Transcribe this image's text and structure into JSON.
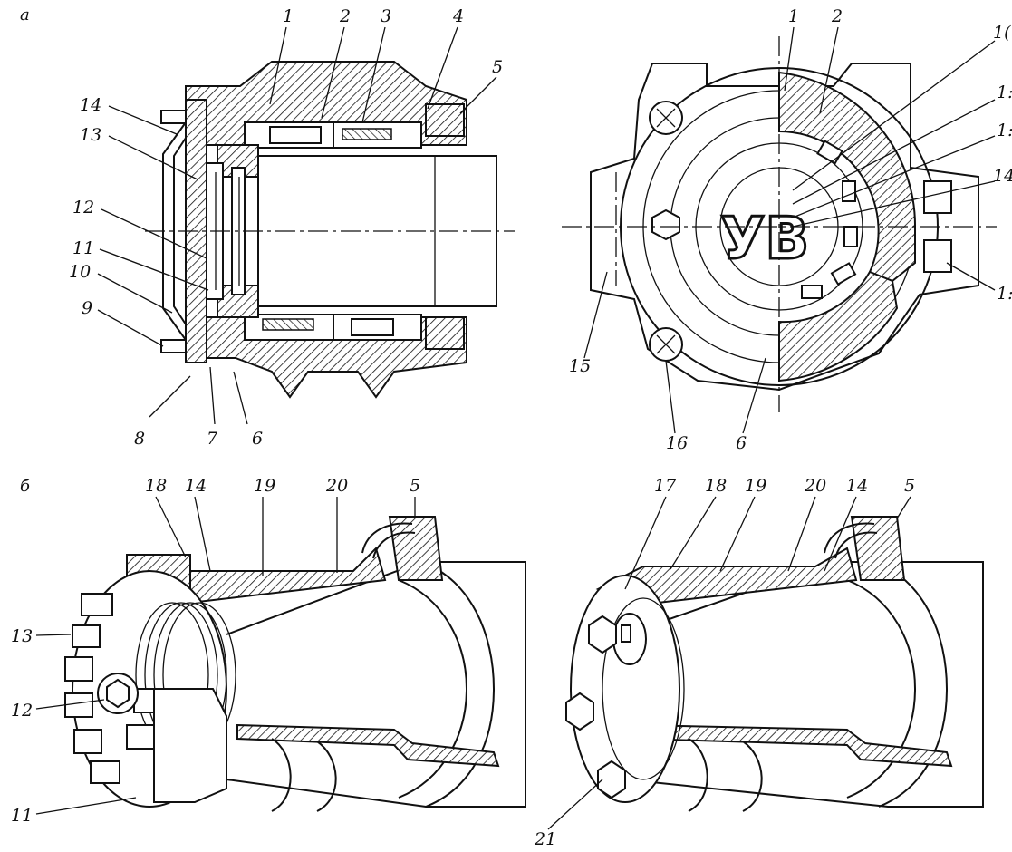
{
  "sections": {
    "a": "а",
    "b": "б"
  },
  "view_a_left_labels": {
    "l1": "1",
    "l2": "2",
    "l3": "3",
    "l4": "4",
    "l5": "5",
    "l14": "14",
    "l13": "13",
    "l12": "12",
    "l11": "11",
    "l10": "10",
    "l9": "9",
    "l8": "8",
    "l7": "7",
    "l6": "6"
  },
  "view_a_right_labels": {
    "r1": "1",
    "r2": "2",
    "r_top_right": "1(",
    "r_right_1": "1:",
    "r_right_2": "1:",
    "r_right_3": "14",
    "r_right_4": "1:",
    "r15": "15",
    "r16": "16",
    "r6": "6"
  },
  "emblem": "УВ",
  "view_b_left_labels": {
    "b18": "18",
    "b14": "14",
    "b19": "19",
    "b20": "20",
    "b5": "5",
    "b13": "13",
    "b12": "12",
    "b11": "11"
  },
  "view_b_right_labels": {
    "c17": "17",
    "c18": "18",
    "c19": "19",
    "c20": "20",
    "c14": "14",
    "c5": "5",
    "c21": "21"
  }
}
